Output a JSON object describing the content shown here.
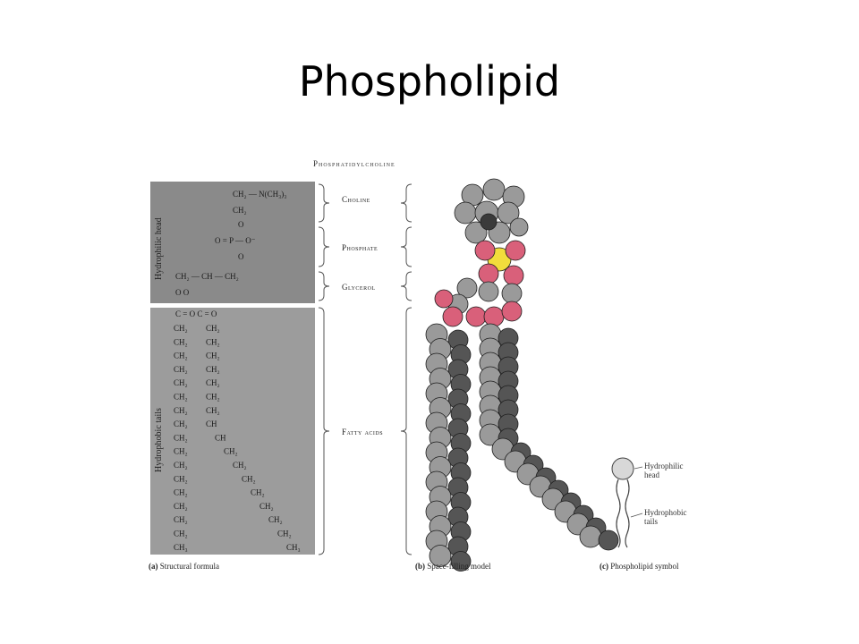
{
  "slide": {
    "title": "Phospholipid"
  },
  "figure": {
    "heading": "Phosphatidylcholine",
    "side_labels": {
      "head": "Hydrophilic head",
      "tails": "Hydrophobic tails"
    },
    "sections": [
      "Choline",
      "Phosphate",
      "Glycerol",
      "Fatty acids"
    ],
    "formula_head": [
      "CH₂ — N(CH₃)₃",
      "CH₂",
      "O",
      "O = P — O⁻",
      "O",
      "CH₂ — CH — CH₂",
      "O        O"
    ],
    "formula_link": "C = O   C = O",
    "tail1": [
      "CH₂",
      "CH₂",
      "CH₂",
      "CH₂",
      "CH₂",
      "CH₂",
      "CH₂",
      "CH₂",
      "CH₂",
      "CH₂",
      "CH₂",
      "CH₂",
      "CH₂",
      "CH₂",
      "CH₂",
      "CH₂",
      "CH₃"
    ],
    "tail2": [
      "CH₂",
      "CH₂",
      "CH₂",
      "CH₂",
      "CH₂",
      "CH₂",
      "CH₂",
      "CH",
      "CH",
      "CH₂",
      "CH₂",
      "CH₂",
      "CH₂",
      "CH₂",
      "CH₂",
      "CH₂",
      "CH₃"
    ],
    "captions": {
      "a_letter": "(a)",
      "a_text": "Structural formula",
      "b_letter": "(b)",
      "b_text": "Space-filling model",
      "c_letter": "(c)",
      "c_text": "Phospholipid symbol"
    },
    "symbol_labels": {
      "head": "Hydrophilic head",
      "tails": "Hydrophobic tails"
    },
    "colors": {
      "carbon": "#555555",
      "oxygen": "#d9607a",
      "phosphorus": "#f2dd3c",
      "hydrogen": "#9a9a9a",
      "nitrogen": "#3a3a3a"
    }
  }
}
